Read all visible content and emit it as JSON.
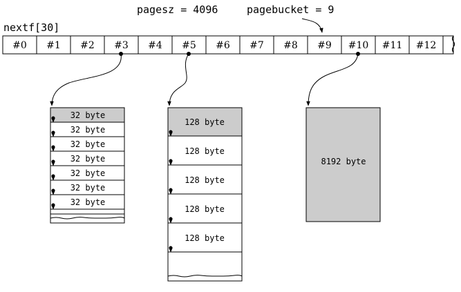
{
  "labels": {
    "pagesz": "pagesz = 4096",
    "pagebucket": "pagebucket = 9",
    "array_name": "nextf[30]"
  },
  "array_cells": [
    "#0",
    "#1",
    "#2",
    "#3",
    "#4",
    "#5",
    "#6",
    "#7",
    "#8",
    "#9",
    "#10",
    "#11",
    "#12"
  ],
  "blocks": [
    {
      "from_cell": "#3",
      "chunk_label": "32 byte",
      "chunks": [
        "32 byte",
        "32 byte",
        "32 byte",
        "32 byte",
        "32 byte",
        "32 byte",
        "32 byte"
      ]
    },
    {
      "from_cell": "#5",
      "chunk_label": "128 byte",
      "chunks": [
        "128 byte",
        "128 byte",
        "128 byte",
        "128 byte",
        "128 byte"
      ]
    },
    {
      "from_cell": "#10",
      "chunk_label": "8192 byte",
      "chunks": [
        "8192 byte"
      ]
    }
  ],
  "colors": {
    "shaded": "#cccccc",
    "line": "#000000"
  }
}
